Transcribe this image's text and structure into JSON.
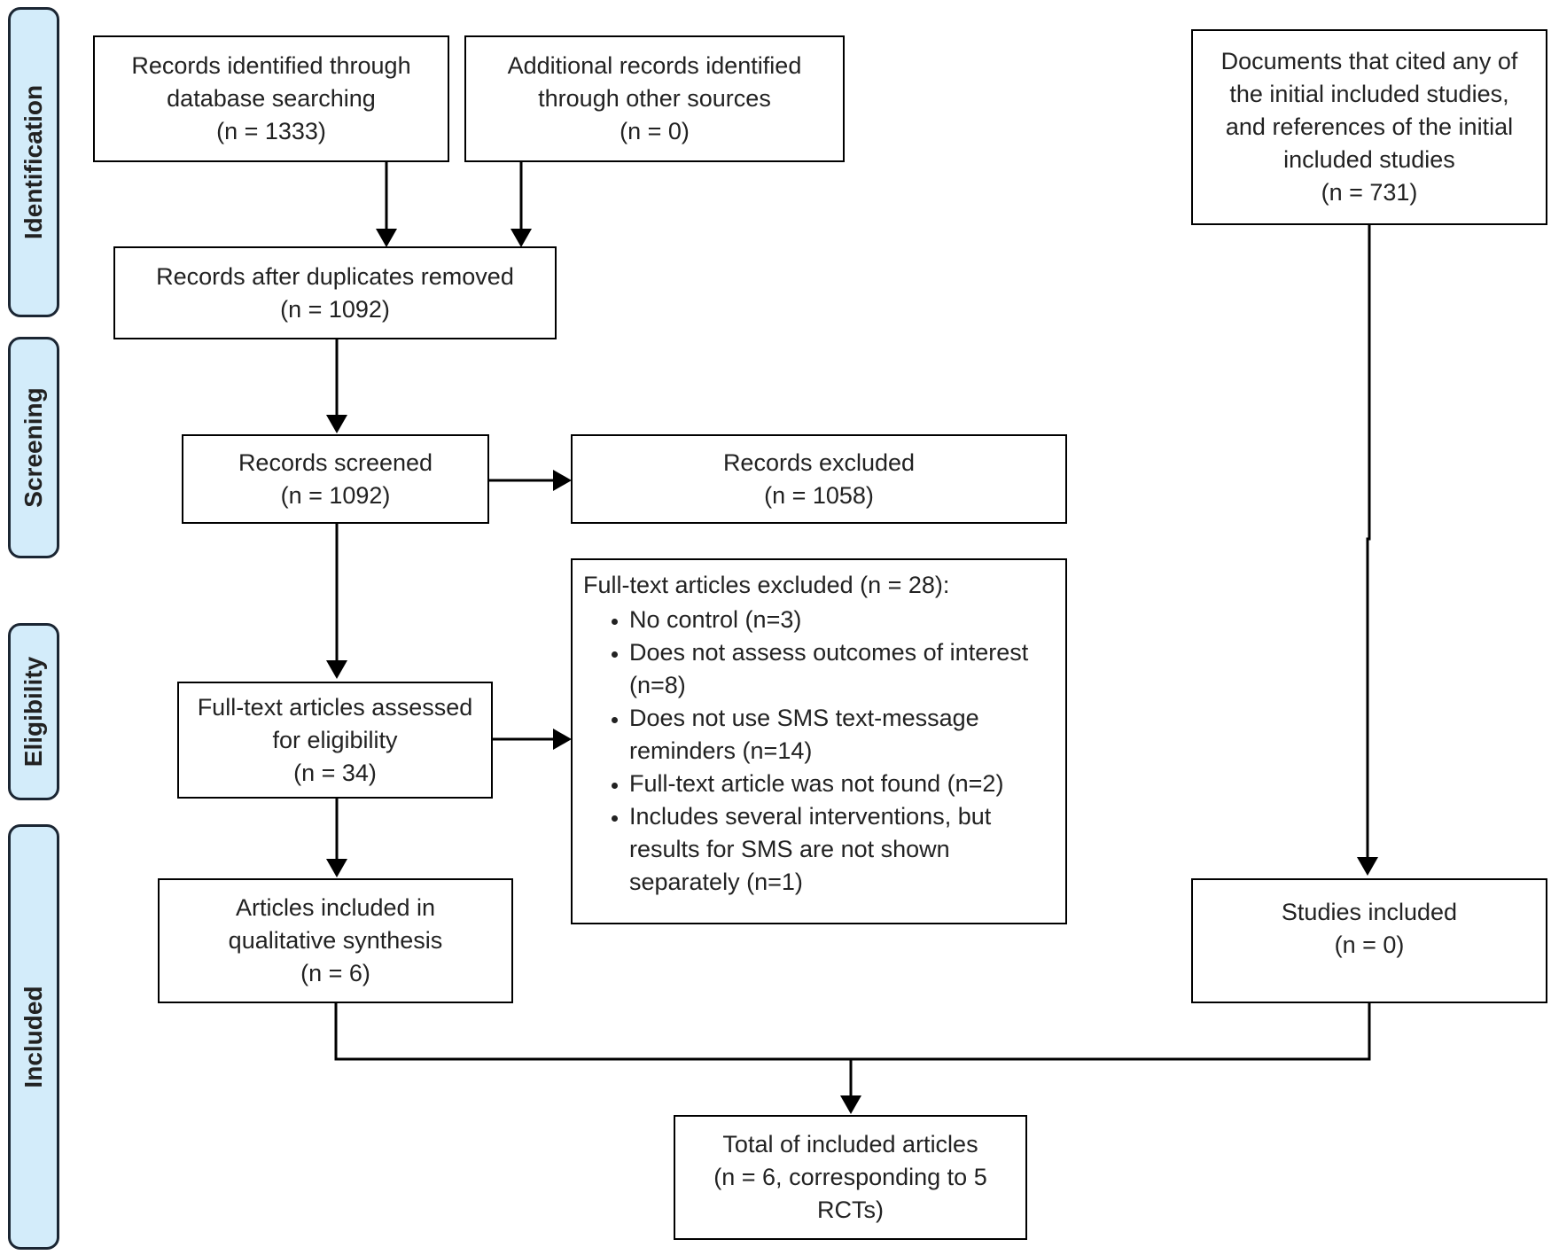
{
  "stages": [
    {
      "id": "identification",
      "label": "Identification"
    },
    {
      "id": "screening",
      "label": "Screening"
    },
    {
      "id": "eligibility",
      "label": "Eligibility"
    },
    {
      "id": "included",
      "label": "Included"
    }
  ],
  "boxes": {
    "db_search": {
      "lines": [
        "Records identified through",
        "database searching",
        "(n = 1333)"
      ]
    },
    "other_sources": {
      "lines": [
        "Additional records identified",
        "through other sources",
        "(n = 0)"
      ]
    },
    "citing_docs": {
      "lines": [
        "Documents that cited any of",
        "the initial included studies,",
        "and references of the initial",
        "included studies",
        "(n = 731)"
      ]
    },
    "dedup": {
      "lines": [
        "Records after duplicates removed",
        "(n = 1092)"
      ]
    },
    "screened": {
      "lines": [
        "Records screened",
        "(n = 1092)"
      ]
    },
    "excluded": {
      "lines": [
        "Records excluded",
        "(n = 1058)"
      ]
    },
    "fulltext": {
      "lines": [
        "Full-text articles assessed",
        "for eligibility",
        "(n = 34)"
      ]
    },
    "qualitative": {
      "lines": [
        "Articles included in",
        "qualitative synthesis",
        "(n = 6)"
      ]
    },
    "studies_included": {
      "lines": [
        "Studies included",
        "(n = 0)"
      ]
    },
    "total": {
      "lines": [
        "Total of included articles",
        "(n = 6, corresponding to 5",
        "RCTs)"
      ]
    }
  },
  "fulltext_excluded": {
    "heading": "Full-text articles excluded (n = 28):",
    "reasons": [
      "No control (n=3)",
      "Does not assess outcomes of interest (n=8)",
      "Does not use SMS text-message reminders (n=14)",
      "Full-text article was not found (n=2)",
      "Includes several interventions, but results for SMS are not shown separately (n=1)"
    ]
  }
}
